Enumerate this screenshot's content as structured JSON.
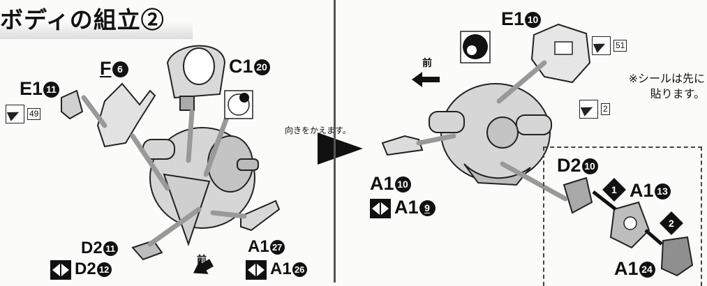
{
  "left": {
    "title": "ボディの組立②",
    "labels": {
      "e1_11": {
        "part": "E1",
        "num": "11"
      },
      "f6": {
        "part": "F",
        "num": "6"
      },
      "c1_20": {
        "part": "C1",
        "num": "20"
      },
      "d2_11": {
        "part": "D2",
        "num": "11"
      },
      "d2_12": {
        "part": "D2",
        "num": "12"
      },
      "a1_27": {
        "part": "A1",
        "num": "27"
      },
      "a1_26": {
        "part": "A1",
        "num": "26"
      }
    },
    "sticker_49": "49",
    "front_label": "前"
  },
  "transition_text": "向きをかえます。",
  "right": {
    "labels": {
      "e1_10": {
        "part": "E1",
        "num": "10"
      },
      "a1_10": {
        "part": "A1",
        "num": "10"
      },
      "a1_9": {
        "part": "A1",
        "num": "9"
      },
      "d2_10": {
        "part": "D2",
        "num": "10"
      },
      "a1_13": {
        "part": "A1",
        "num": "13"
      },
      "a1_24": {
        "part": "A1",
        "num": "24"
      }
    },
    "sticker_51": "51",
    "sticker_2": "2",
    "front_label": "前",
    "note_line1": "※シールは先に",
    "note_line2": "貼ります。",
    "step1": "1",
    "step2": "2"
  }
}
